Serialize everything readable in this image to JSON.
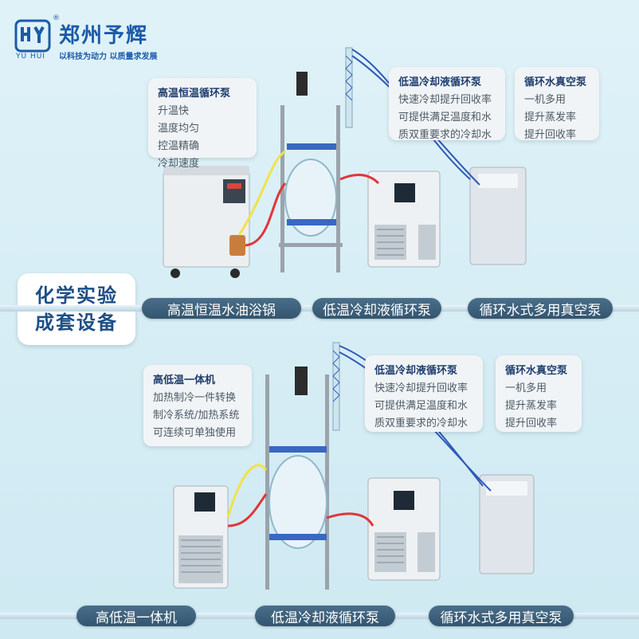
{
  "brand": {
    "name": "郑州予辉",
    "latin": "YU HUI",
    "registered": "®",
    "slogan": "以科技为动力  以质量求发展"
  },
  "section_title": {
    "line1": "化学实验",
    "line2": "成套设备"
  },
  "top": {
    "card_oil_bath": {
      "title": "高温恒温循环泵",
      "lines": [
        "升温快",
        "温度均匀",
        "控温精确",
        "冷却速度"
      ]
    },
    "card_chiller": {
      "title": "低温冷却液循环泵",
      "lines": [
        "快速冷却提升回收率",
        "可提供满足温度和水",
        "质双重要求的冷却水"
      ]
    },
    "card_vacuum": {
      "title": "循环水真空泵",
      "lines": [
        "一机多用",
        "提升蒸发率",
        "提升回收率"
      ]
    },
    "captions": [
      "高温恒温水油浴锅",
      "低温冷却液循环泵",
      "循环水式多用真空泵"
    ]
  },
  "bottom": {
    "card_combo": {
      "title": "高低温一体机",
      "lines": [
        "加热制冷一件转换",
        "制冷系统/加热系统",
        "可连续可单独使用"
      ]
    },
    "card_chiller": {
      "title": "低温冷却液循环泵",
      "lines": [
        "快速冷却提升回收率",
        "可提供满足温度和水",
        "质双重要求的冷却水"
      ]
    },
    "card_vacuum": {
      "title": "循环水真空泵",
      "lines": [
        "一机多用",
        "提升蒸发率",
        "提升回收率"
      ]
    },
    "captions": [
      "高低温一体机",
      "低温冷却液循环泵",
      "循环水式多用真空泵"
    ]
  },
  "colors": {
    "brand_blue": "#1c5aa8",
    "caption_bar": "#3b5f7a",
    "card_title": "#1e3d6e",
    "tube_red": "#e0363a",
    "tube_yellow": "#f2e24a",
    "tube_blue": "#2e59b6"
  }
}
